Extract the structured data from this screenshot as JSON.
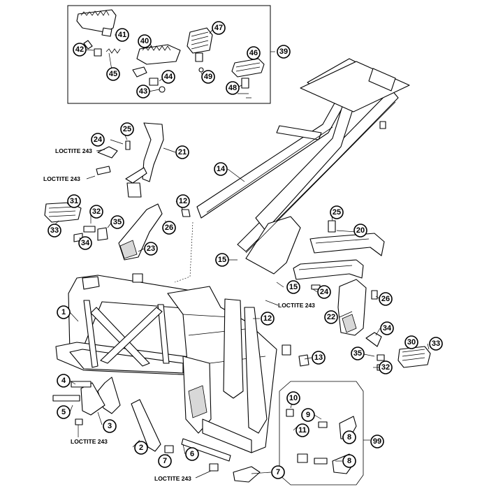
{
  "diagram": {
    "callouts": [
      "1",
      "2",
      "3",
      "4",
      "5",
      "6",
      "7",
      "7",
      "8",
      "8",
      "9",
      "10",
      "11",
      "12",
      "12",
      "13",
      "14",
      "15",
      "15",
      "20",
      "21",
      "22",
      "23",
      "24",
      "24",
      "25",
      "25",
      "26",
      "26",
      "30",
      "31",
      "32",
      "32",
      "33",
      "33",
      "34",
      "34",
      "35",
      "35",
      "39",
      "40",
      "41",
      "42",
      "43",
      "44",
      "45",
      "46",
      "47",
      "48",
      "49",
      "99"
    ],
    "notes": [
      "LOCTITE 243",
      "LOCTITE 243",
      "LOCTITE 243",
      "LOCTITE 243",
      "LOCTITE 243"
    ]
  }
}
